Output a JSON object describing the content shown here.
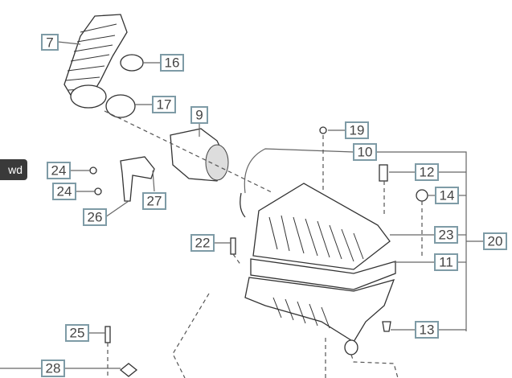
{
  "tooltip_tag": "wd",
  "labels": {
    "l7": "7",
    "l16": "16",
    "l17": "17",
    "l9": "9",
    "l19": "19",
    "l10": "10",
    "l12": "12",
    "l24a": "24",
    "l24b": "24",
    "l14": "14",
    "l27": "27",
    "l26": "26",
    "l23": "23",
    "l20": "20",
    "l22": "22",
    "l11": "11",
    "l13": "13",
    "l25": "25",
    "l28": "28"
  }
}
